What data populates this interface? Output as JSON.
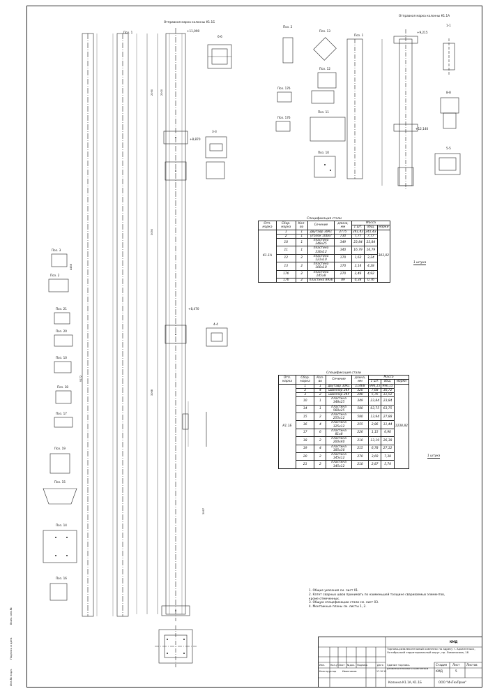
{
  "drawing": {
    "title_k11": "Отправная марка колонны К1.1Б",
    "title_k11a": "Отправная марка колонны К1.1А",
    "pos1_left": "Поз. 1",
    "pos1_right": "Поз. 1",
    "section_66": "6-6",
    "section_33": "3-3",
    "section_44": "4-4",
    "section_11": "1-1",
    "section_88": "8-8",
    "section_55": "5-5",
    "small_positions": [
      "Поз. 3",
      "Поз. 2",
      "Поз. 21",
      "Поз. 20",
      "Поз. 10",
      "Поз. 18",
      "Поз. 17",
      "Поз. 19",
      "Поз. 15",
      "Поз. 14",
      "Поз. 16"
    ],
    "top_positions": [
      "Поз. 2",
      "Поз. 13",
      "Поз. 12",
      "Поз. 17б",
      "Поз. 17б",
      "Поз. 11",
      "Поз. 10"
    ],
    "elev_1": "+11,090",
    "elev_2": "+8,870",
    "elev_3": "+12,140",
    "elev_4": "+9,215",
    "elev_5": "+8,470",
    "dims_main": [
      "2090",
      "3090",
      "3068",
      "2000",
      "3067"
    ],
    "dims_left": [
      "4456",
      "9172"
    ]
  },
  "spec_a": {
    "caption": "Спецификация стали",
    "headers": [
      "Отп. марка",
      "Сбор. марка",
      "Кол-во",
      "Сечение",
      "длина, мм",
      "Масса",
      "1 шт.",
      "общ.",
      "марки"
    ],
    "mark": "К1.1А",
    "total": "303,02",
    "qty_note": "1 штука",
    "rows": [
      [
        "1",
        "1",
        "двутавр 30К1",
        "2775",
        "241,43",
        "241,43"
      ],
      [
        "2",
        "1",
        "уголок 100х7",
        "730",
        "7,77",
        "7,77"
      ],
      [
        "10",
        "1",
        "пластина 348х25",
        "349",
        "23,84",
        "23,84"
      ],
      [
        "11",
        "1",
        "пластина 330х12",
        "340",
        "16,79",
        "16,79"
      ],
      [
        "12",
        "2",
        "пластина 121х10",
        "170",
        "1,62",
        "3,24"
      ],
      [
        "13",
        "2",
        "пластина 160х10",
        "170",
        "2,14",
        "4,28"
      ],
      [
        "17б",
        "2",
        "пластина 145х8",
        "270",
        "2,46",
        "4,92"
      ],
      [
        "17б",
        "2",
        "пластина 89х6",
        "89",
        "0,38",
        "0,76"
      ]
    ]
  },
  "spec_b": {
    "caption": "Спецификация стали",
    "headers": [
      "Отп. марка",
      "Сбор. марка",
      "Кол-во",
      "Сечение",
      "длина, мм",
      "Масса",
      "1 шт.",
      "общ.",
      "марки"
    ],
    "mark": "К1.1Б",
    "total": "1238,82",
    "qty_note": "1 штука",
    "rows": [
      [
        "1",
        "1",
        "двутавр 30К1",
        "11468",
        "996,15",
        "996,15"
      ],
      [
        "2",
        "4",
        "швеллер 24У",
        "320",
        "7,68",
        "30,72"
      ],
      [
        "3",
        "2",
        "швеллер 24У",
        "240",
        "5,76",
        "11,52"
      ],
      [
        "10",
        "1",
        "пластина 348х25",
        "349",
        "23,84",
        "23,84"
      ],
      [
        "14",
        "1",
        "пластина 560х25",
        "580",
        "63,75",
        "63,75"
      ],
      [
        "15",
        "2",
        "пластина 255х12",
        "580",
        "13,94",
        "27,88"
      ],
      [
        "16",
        "4",
        "пластина 125х12",
        "255",
        "2,86",
        "11,44"
      ],
      [
        "17",
        "6",
        "пластина 81х8",
        "226",
        "1,15",
        "6,90"
      ],
      [
        "18",
        "2",
        "пластина 200х40",
        "210",
        "13,19",
        "26,38"
      ],
      [
        "19",
        "4",
        "пластина 185х30",
        "215",
        "6,78",
        "27,12"
      ],
      [
        "20",
        "2",
        "пластина 145х12",
        "270",
        "3,69",
        "7,38"
      ],
      [
        "21",
        "2",
        "пластина 145х12",
        "210",
        "2,87",
        "5,74"
      ]
    ]
  },
  "notes": [
    "1.  Общие указания см. лист 01.",
    "2.  Катет сварных швов принимать по наименьшей толщине свариваемых элементов, кроме отмеченных.",
    "3.  Общую спецификацию стали см. лист 03.",
    "4.  Монтажные планы см. листы 1, 2."
  ],
  "title_block": {
    "code": "КМД",
    "project": "Торгово-развлекательный комплекс по адресу г. Архангельск, Октябрьский территориальный округ, пр. Ломоносова, 18",
    "building": "Здание торгово-развлекательного комплекса",
    "sheet_title": "Колонна К1.1А, К1.1Б",
    "company": "ООО \"ИнТехПром\"",
    "stage_label": "Стадия",
    "sheet_label": "Лист",
    "sheets_label": "Листов",
    "stage": "КМД",
    "sheet": "5",
    "hdr": [
      "Изм.",
      "Кол.уч.",
      "Лист",
      "№док.",
      "Подпись",
      "Дата"
    ],
    "role": "Конструктор",
    "name": "Иванников",
    "date": "17.10.13"
  },
  "side_stamp": [
    "Инв.№ подл.",
    "Подпись и дата",
    "Взам. инв.№"
  ]
}
